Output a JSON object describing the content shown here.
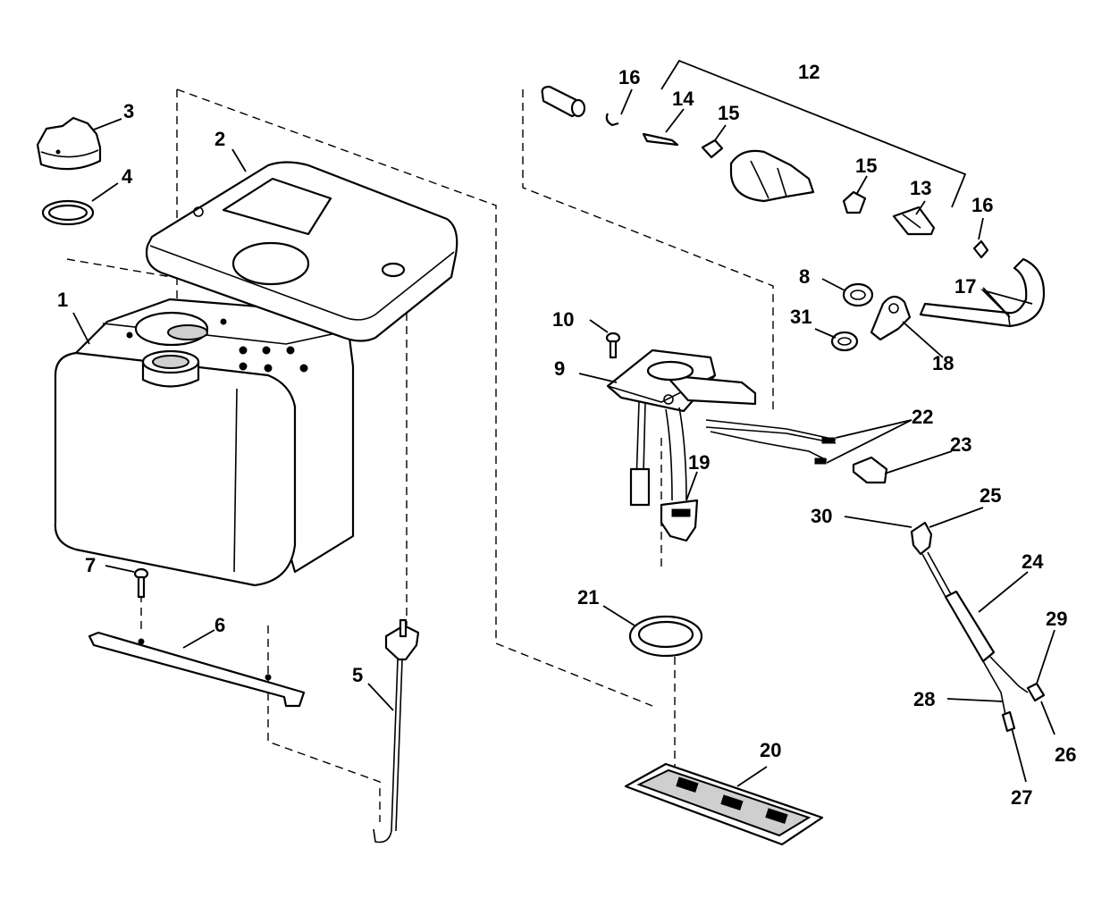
{
  "callouts": [
    {
      "id": "c1",
      "text": "1"
    },
    {
      "id": "c2",
      "text": "2"
    },
    {
      "id": "c3",
      "text": "3"
    },
    {
      "id": "c4",
      "text": "4"
    },
    {
      "id": "c5",
      "text": "5"
    },
    {
      "id": "c6",
      "text": "6"
    },
    {
      "id": "c7",
      "text": "7"
    },
    {
      "id": "c8",
      "text": "8"
    },
    {
      "id": "c9",
      "text": "9"
    },
    {
      "id": "c10",
      "text": "10"
    },
    {
      "id": "c12",
      "text": "12"
    },
    {
      "id": "c13",
      "text": "13"
    },
    {
      "id": "c14",
      "text": "14"
    },
    {
      "id": "c15a",
      "text": "15"
    },
    {
      "id": "c15b",
      "text": "15"
    },
    {
      "id": "c16a",
      "text": "16"
    },
    {
      "id": "c16b",
      "text": "16"
    },
    {
      "id": "c17",
      "text": "17"
    },
    {
      "id": "c18",
      "text": "18"
    },
    {
      "id": "c19",
      "text": "19"
    },
    {
      "id": "c20",
      "text": "20"
    },
    {
      "id": "c21",
      "text": "21"
    },
    {
      "id": "c22",
      "text": "22"
    },
    {
      "id": "c23",
      "text": "23"
    },
    {
      "id": "c24",
      "text": "24"
    },
    {
      "id": "c25",
      "text": "25"
    },
    {
      "id": "c26",
      "text": "26"
    },
    {
      "id": "c27",
      "text": "27"
    },
    {
      "id": "c28",
      "text": "28"
    },
    {
      "id": "c29",
      "text": "29"
    },
    {
      "id": "c30",
      "text": "30"
    },
    {
      "id": "c31",
      "text": "31"
    }
  ]
}
